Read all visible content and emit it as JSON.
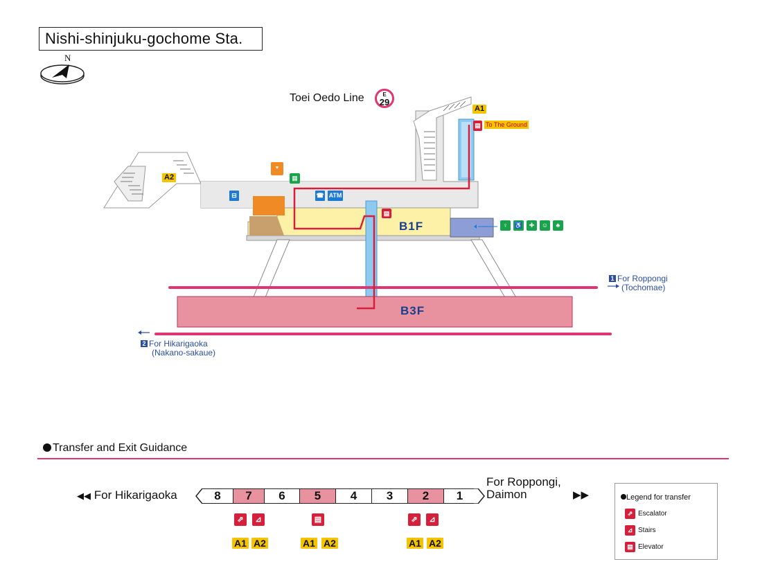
{
  "station": {
    "title": "Nishi-shinjuku-gochome Sta."
  },
  "compass": {
    "north": "N"
  },
  "line": {
    "name": "Toei Oedo Line",
    "letter": "E",
    "number": "29",
    "color": "#e03571"
  },
  "exits": {
    "a1": "A1",
    "a2": "A2",
    "to_ground": "To The Ground"
  },
  "floors": {
    "b1f": "B1F",
    "b3f": "B3F"
  },
  "directions": {
    "roppongi_num": "1",
    "roppongi": "For Roppongi",
    "roppongi_sub": "(Tochomae)",
    "hikarigaoka_num": "2",
    "hikarigaoka": "For Hikarigaoka",
    "hikarigaoka_sub": "(Nakano-sakaue)"
  },
  "icons": [
    "aed-icon",
    "locker-icon",
    "phone-icon",
    "atm-icon",
    "toilet-icon",
    "wheelchair-icon",
    "baby-icon",
    "elevator-icon",
    "escalator-icon",
    "stairs-icon"
  ],
  "guidance": {
    "title": "Transfer and Exit Guidance",
    "left_dir": "For Hikarigaoka",
    "right_dir_1": "For Roppongi,",
    "right_dir_2": "Daimon",
    "cars": [
      {
        "label": "8",
        "highlight": false
      },
      {
        "label": "7",
        "highlight": true
      },
      {
        "label": "6",
        "highlight": false
      },
      {
        "label": "5",
        "highlight": true
      },
      {
        "label": "4",
        "highlight": false
      },
      {
        "label": "3",
        "highlight": false
      },
      {
        "label": "2",
        "highlight": true
      },
      {
        "label": "1",
        "highlight": false
      }
    ],
    "car7_exits": [
      "A1",
      "A2"
    ],
    "car5_exits": [
      "A1",
      "A2"
    ],
    "car2_exits": [
      "A1",
      "A2"
    ]
  },
  "legend": {
    "title": "Legend for transfer",
    "escalator": "Escalator",
    "stairs": "Stairs",
    "elevator": "Elevator"
  }
}
